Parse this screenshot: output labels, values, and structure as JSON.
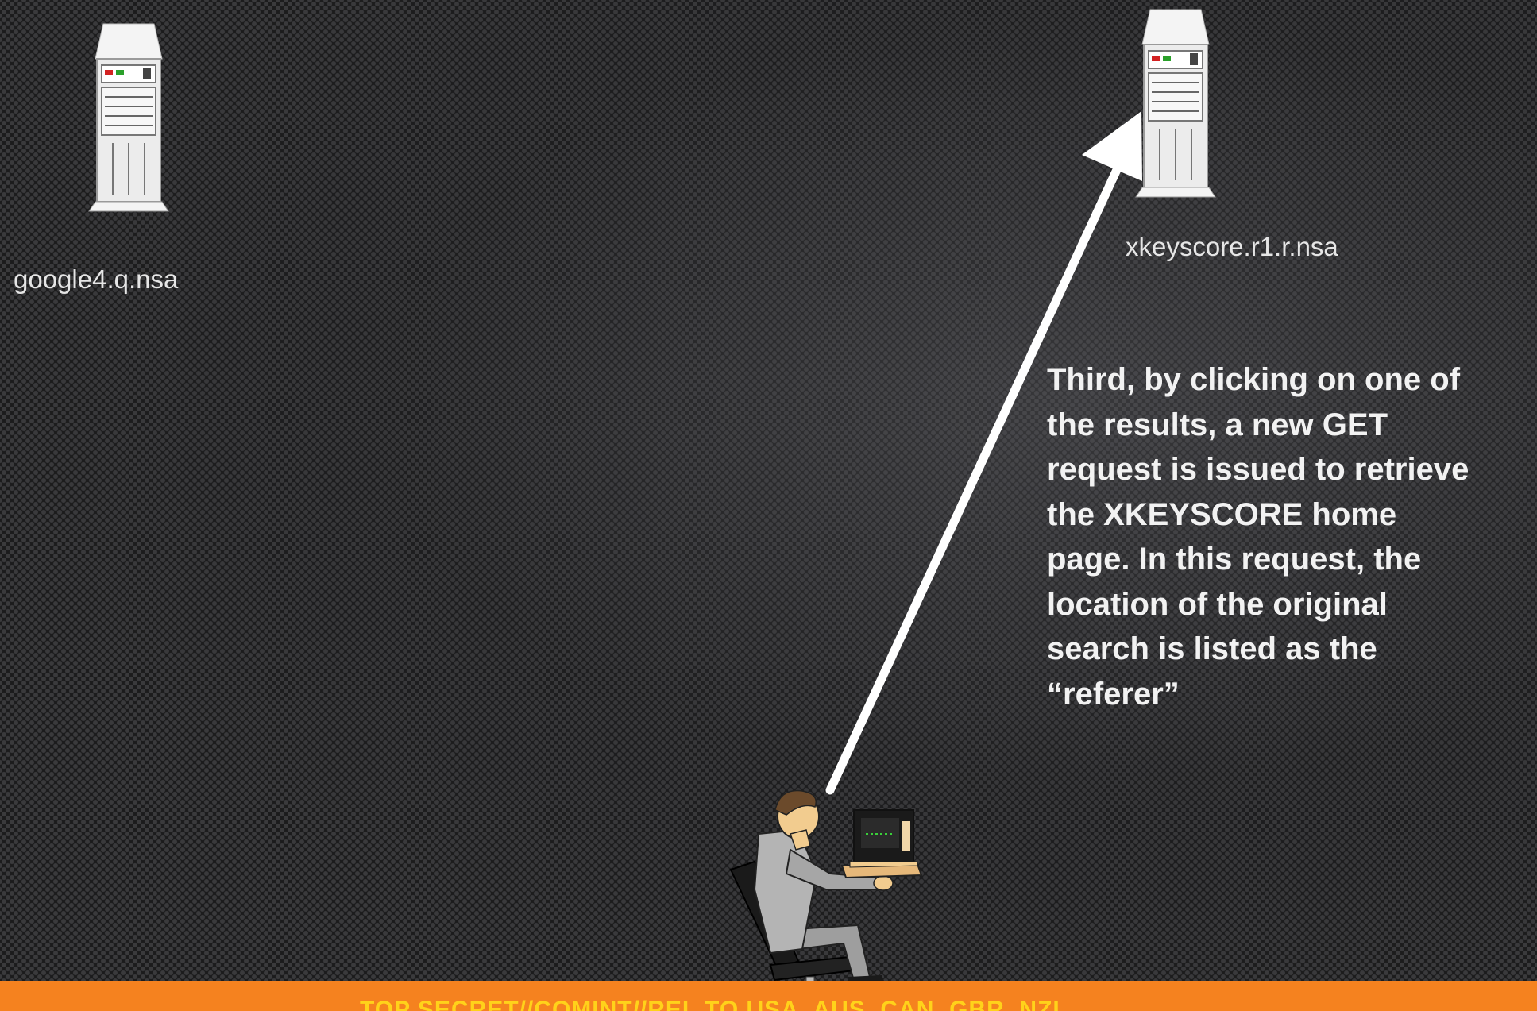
{
  "slide": {
    "servers": {
      "google": {
        "label": "google4.q.nsa"
      },
      "xkeyscore": {
        "label": "xkeyscore.r1.r.nsa"
      }
    },
    "description": "Third, by clicking on one of\nthe results, a new GET\nrequest is issued to retrieve\nthe XKEYSCORE home\npage.  In this request, the\nlocation of the original\nsearch is listed as the\n“referer”",
    "classification": "TOP SECRET//COMINT//REL TO USA, AUS, CAN, GBR, NZL"
  },
  "colors": {
    "background": "#1b1b1c",
    "classification_bar": "#f5821f",
    "classification_text": "#ffd21a",
    "arrow": "#ffffff"
  },
  "icons": {
    "server": "server-tower-icon",
    "user": "person-at-computer-icon"
  }
}
